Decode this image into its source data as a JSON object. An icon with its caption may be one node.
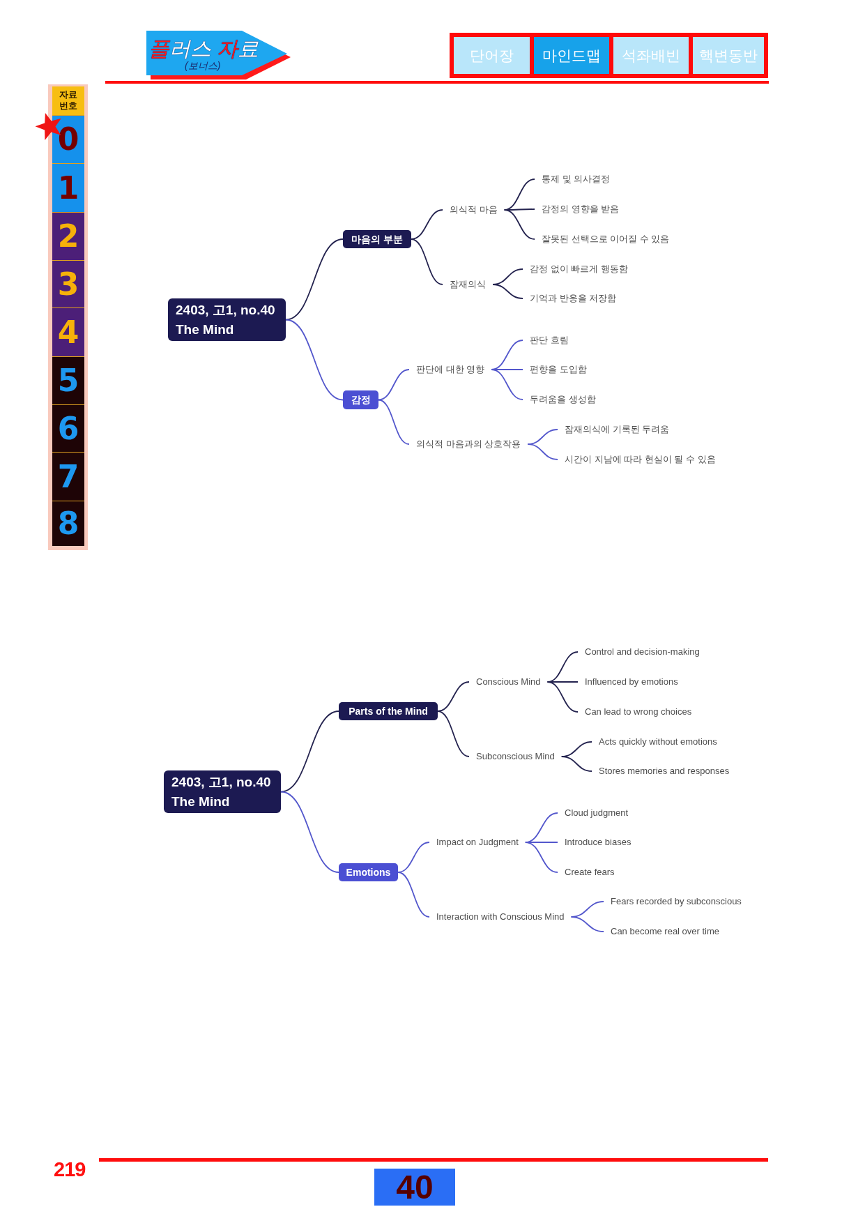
{
  "diagram": {
    "nodes": [
      {
        "text": [
          "플러스 자료",
          "(보너스)"
        ]
      },
      {
        "text": [
          "단어장"
        ]
      },
      {
        "text": [
          "마인드맵"
        ]
      },
      {
        "text": [
          "석좌배빈"
        ]
      },
      {
        "text": [
          "핵변동반"
        ]
      },
      {
        "text": [],
        "shape": "box"
      },
      {
        "text": [
          "자료 번호"
        ],
        "in": 5
      },
      {
        "text": [
          "0"
        ],
        "in": 5
      },
      {
        "text": [
          "1"
        ],
        "in": 5
      },
      {
        "text": [
          "2"
        ],
        "in": 5
      },
      {
        "text": [
          "3"
        ],
        "in": 5
      },
      {
        "text": [
          "4"
        ],
        "in": 5
      },
      {
        "text": [
          "5"
        ],
        "in": 5
      },
      {
        "text": [
          "6"
        ],
        "in": 5
      },
      {
        "text": [
          "7"
        ],
        "in": 5
      },
      {
        "text": [
          "8"
        ],
        "in": 5
      },
      {
        "text": [
          "2403, 고1, no.40",
          "The Mind"
        ]
      },
      {
        "text": [
          "마음의 부분"
        ]
      },
      {
        "text": [
          "의식적 마음"
        ]
      },
      {
        "text": [
          "통제 및 의사결정"
        ]
      },
      {
        "text": [
          "감정의 영향을 받음"
        ]
      },
      {
        "text": [
          "잘못된 선택으로 이어질 수 있음"
        ]
      },
      {
        "text": [
          "잠재의식"
        ]
      },
      {
        "text": [
          "감정 없이 빠르게 행동함"
        ]
      },
      {
        "text": [
          "기억과 반응을 저장함"
        ]
      },
      {
        "text": [
          "감정"
        ]
      },
      {
        "text": [
          "판단에 대한 영향"
        ]
      },
      {
        "text": [
          "판단 흐림"
        ]
      },
      {
        "text": [
          "편향을 도입함"
        ]
      },
      {
        "text": [
          "두려움을 생성함"
        ]
      },
      {
        "text": [
          "의식적 마음과의 상호작용"
        ]
      },
      {
        "text": [
          "잠재의식에 기록된 두려움"
        ]
      },
      {
        "text": [
          "시간이 지남에 따라 현실이 될 수 있음"
        ]
      },
      {
        "text": [
          "2403, 고1, no.40",
          "The Mind"
        ]
      },
      {
        "text": [
          "Parts of the Mind"
        ]
      },
      {
        "text": [
          "Conscious Mind"
        ]
      },
      {
        "text": [
          "Control and decision-making"
        ]
      },
      {
        "text": [
          "Influenced by emotions"
        ]
      },
      {
        "text": [
          "Can lead to wrong choices"
        ]
      },
      {
        "text": [
          "Subconscious Mind"
        ]
      },
      {
        "text": [
          "Acts quickly without emotions"
        ]
      },
      {
        "text": [
          "Stores memories and responses"
        ]
      },
      {
        "text": [
          "Emotions"
        ]
      },
      {
        "text": [
          "Impact on Judgment"
        ]
      },
      {
        "text": [
          "Cloud judgment"
        ]
      },
      {
        "text": [
          "Introduce biases"
        ]
      },
      {
        "text": [
          "Create fears"
        ]
      },
      {
        "text": [
          "Interaction with Conscious Mind"
        ]
      },
      {
        "text": [
          "Fears recorded by subconscious"
        ]
      },
      {
        "text": [
          "Can become real over time"
        ]
      },
      {
        "text": [
          "40"
        ]
      }
    ],
    "edges": [
      {
        "from": 16,
        "to": 17,
        "arrow": "none"
      },
      {
        "from": 17,
        "to": 18,
        "arrow": "none"
      },
      {
        "from": 18,
        "to": 19,
        "arrow": "none"
      },
      {
        "from": 18,
        "to": 20,
        "arrow": "none"
      },
      {
        "from": 18,
        "to": 21,
        "arrow": "none"
      },
      {
        "from": 17,
        "to": 22,
        "arrow": "none"
      },
      {
        "from": 22,
        "to": 23,
        "arrow": "none"
      },
      {
        "from": 22,
        "to": 24,
        "arrow": "none"
      },
      {
        "from": 16,
        "to": 25,
        "arrow": "none",
        "color": "#5357cc"
      },
      {
        "from": 25,
        "to": 26,
        "arrow": "none",
        "color": "#5357cc"
      },
      {
        "from": 26,
        "to": 27,
        "arrow": "none",
        "color": "#5357cc"
      },
      {
        "from": 26,
        "to": 28,
        "arrow": "none",
        "color": "#5357cc"
      },
      {
        "from": 26,
        "to": 29,
        "arrow": "none",
        "color": "#5357cc"
      },
      {
        "from": 25,
        "to": 30,
        "arrow": "none",
        "color": "#5357cc"
      },
      {
        "from": 30,
        "to": 31,
        "arrow": "none",
        "color": "#5357cc"
      },
      {
        "from": 30,
        "to": 32,
        "arrow": "none",
        "color": "#5357cc"
      },
      {
        "from": 33,
        "to": 34,
        "arrow": "none"
      },
      {
        "from": 34,
        "to": 35,
        "arrow": "none"
      },
      {
        "from": 35,
        "to": 36,
        "arrow": "none"
      },
      {
        "from": 35,
        "to": 37,
        "arrow": "none"
      },
      {
        "from": 35,
        "to": 38,
        "arrow": "none"
      },
      {
        "from": 34,
        "to": 39,
        "arrow": "none"
      },
      {
        "from": 39,
        "to": 40,
        "arrow": "none"
      },
      {
        "from": 39,
        "to": 41,
        "arrow": "none"
      },
      {
        "from": 33,
        "to": 42,
        "arrow": "none",
        "color": "#5357cc"
      },
      {
        "from": 42,
        "to": 43,
        "arrow": "none",
        "color": "#5357cc"
      },
      {
        "from": 43,
        "to": 44,
        "arrow": "none",
        "color": "#5357cc"
      },
      {
        "from": 43,
        "to": 45,
        "arrow": "none",
        "color": "#5357cc"
      },
      {
        "from": 43,
        "to": 46,
        "arrow": "none",
        "color": "#5357cc"
      },
      {
        "from": 42,
        "to": 47,
        "arrow": "none",
        "color": "#5357cc"
      },
      {
        "from": 47,
        "to": 48,
        "arrow": "none",
        "color": "#5357cc"
      },
      {
        "from": 47,
        "to": 49,
        "arrow": "none",
        "color": "#5357cc"
      }
    ],
    "labels": [
      "219"
    ]
  }
}
